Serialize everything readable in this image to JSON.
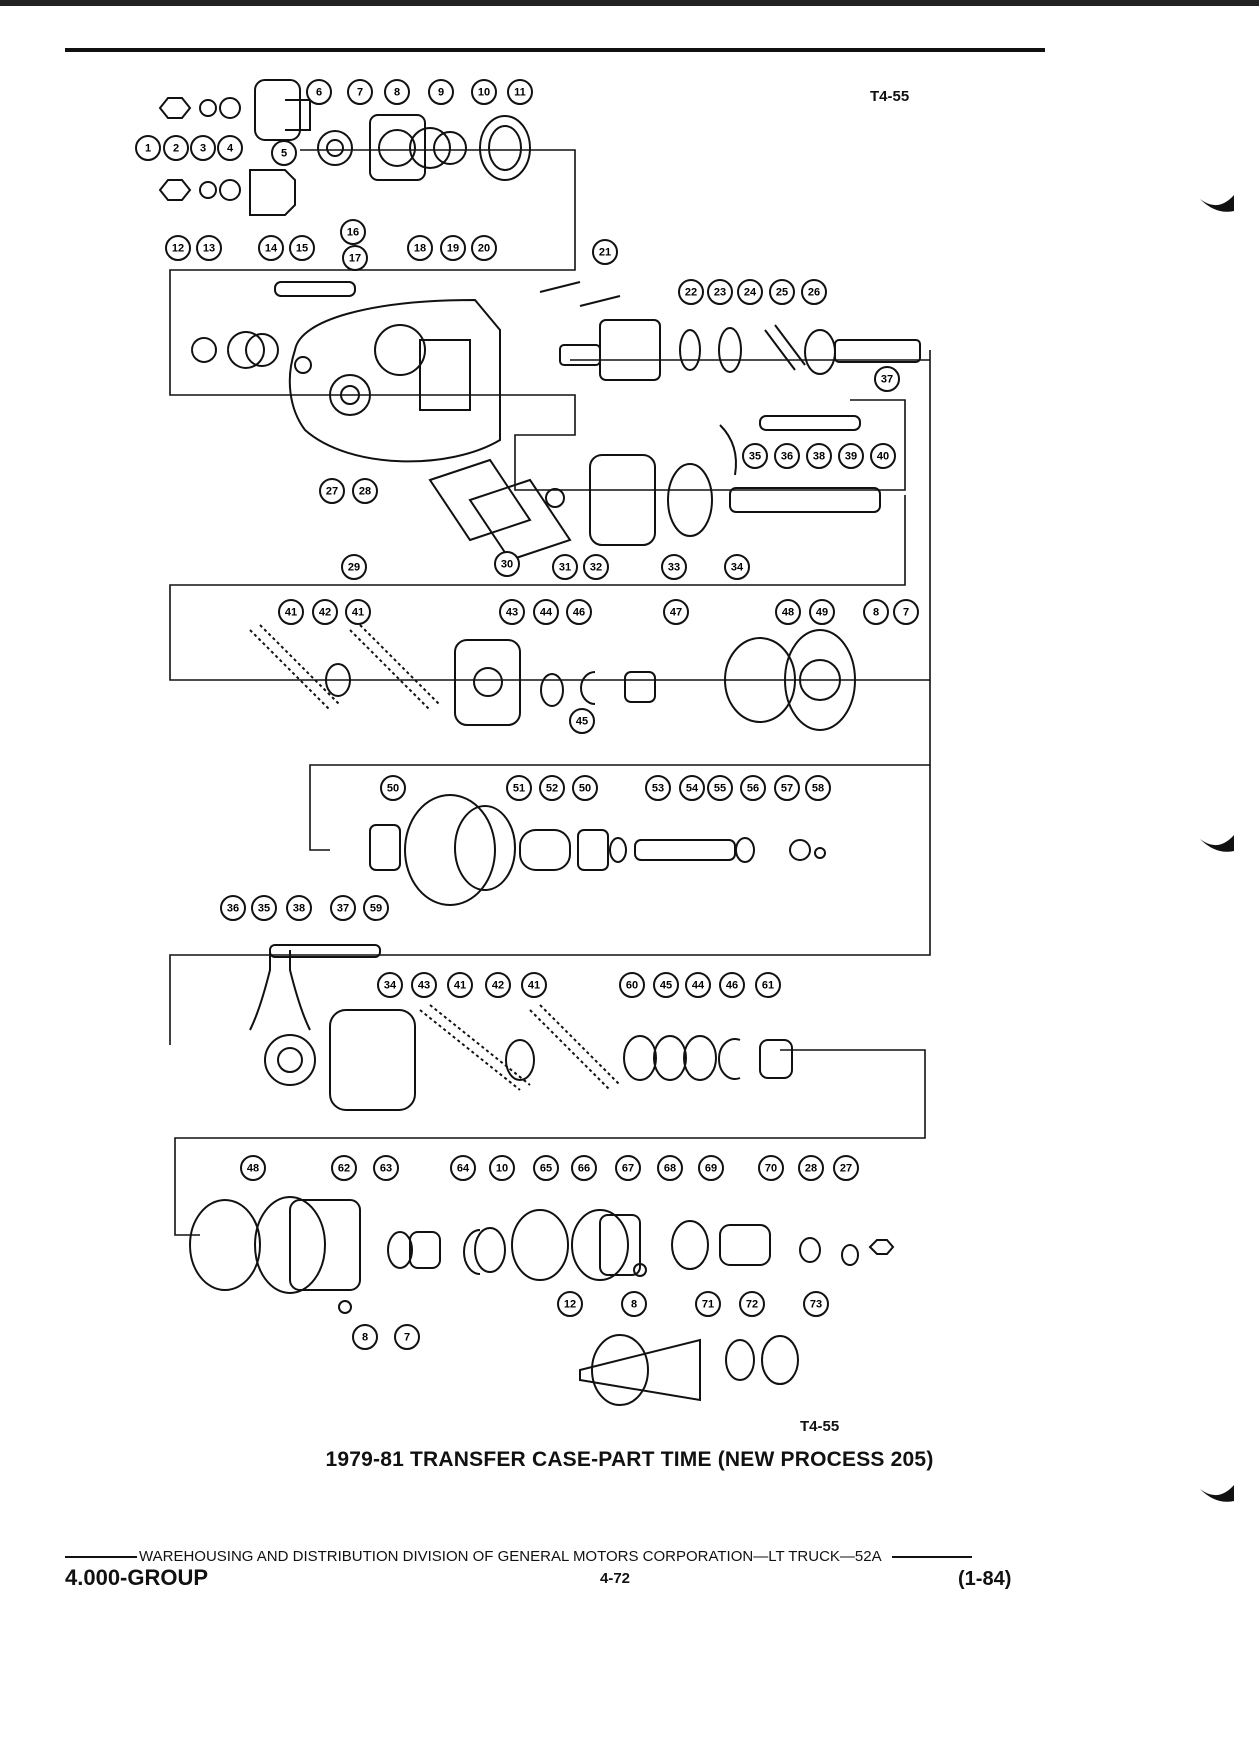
{
  "header": {
    "ref_top": "T4-55"
  },
  "figure": {
    "ref_bottom": "T4-55",
    "caption": "1979-81 TRANSFER CASE-PART TIME (NEW PROCESS 205)"
  },
  "footer": {
    "division_line": "WAREHOUSING AND DISTRIBUTION  DIVISION OF GENERAL MOTORS CORPORATION—LT TRUCK—52A",
    "group": "4.000-GROUP",
    "page": "4-72",
    "revision": "(1-84)"
  },
  "callouts": [
    {
      "n": "1"
    },
    {
      "n": "2"
    },
    {
      "n": "3"
    },
    {
      "n": "4"
    },
    {
      "n": "5"
    },
    {
      "n": "6"
    },
    {
      "n": "7"
    },
    {
      "n": "8"
    },
    {
      "n": "9"
    },
    {
      "n": "10"
    },
    {
      "n": "11"
    },
    {
      "n": "12"
    },
    {
      "n": "13"
    },
    {
      "n": "14"
    },
    {
      "n": "15"
    },
    {
      "n": "16"
    },
    {
      "n": "17"
    },
    {
      "n": "18"
    },
    {
      "n": "19"
    },
    {
      "n": "20"
    },
    {
      "n": "21"
    },
    {
      "n": "22"
    },
    {
      "n": "23"
    },
    {
      "n": "24"
    },
    {
      "n": "25"
    },
    {
      "n": "26"
    },
    {
      "n": "37"
    },
    {
      "n": "35"
    },
    {
      "n": "36"
    },
    {
      "n": "38"
    },
    {
      "n": "39"
    },
    {
      "n": "40"
    },
    {
      "n": "27"
    },
    {
      "n": "28"
    },
    {
      "n": "29"
    },
    {
      "n": "30"
    },
    {
      "n": "31"
    },
    {
      "n": "32"
    },
    {
      "n": "33"
    },
    {
      "n": "34"
    },
    {
      "n": "41"
    },
    {
      "n": "42"
    },
    {
      "n": "41"
    },
    {
      "n": "43"
    },
    {
      "n": "44"
    },
    {
      "n": "46"
    },
    {
      "n": "47"
    },
    {
      "n": "48"
    },
    {
      "n": "49"
    },
    {
      "n": "8"
    },
    {
      "n": "7"
    },
    {
      "n": "45"
    },
    {
      "n": "50"
    },
    {
      "n": "51"
    },
    {
      "n": "52"
    },
    {
      "n": "50"
    },
    {
      "n": "53"
    },
    {
      "n": "54"
    },
    {
      "n": "55"
    },
    {
      "n": "56"
    },
    {
      "n": "57"
    },
    {
      "n": "58"
    },
    {
      "n": "36"
    },
    {
      "n": "35"
    },
    {
      "n": "38"
    },
    {
      "n": "37"
    },
    {
      "n": "59"
    },
    {
      "n": "34"
    },
    {
      "n": "43"
    },
    {
      "n": "41"
    },
    {
      "n": "42"
    },
    {
      "n": "41"
    },
    {
      "n": "60"
    },
    {
      "n": "45"
    },
    {
      "n": "44"
    },
    {
      "n": "46"
    },
    {
      "n": "61"
    },
    {
      "n": "48"
    },
    {
      "n": "62"
    },
    {
      "n": "63"
    },
    {
      "n": "64"
    },
    {
      "n": "10"
    },
    {
      "n": "65"
    },
    {
      "n": "66"
    },
    {
      "n": "67"
    },
    {
      "n": "68"
    },
    {
      "n": "69"
    },
    {
      "n": "70"
    },
    {
      "n": "28"
    },
    {
      "n": "27"
    },
    {
      "n": "8"
    },
    {
      "n": "7"
    },
    {
      "n": "8"
    },
    {
      "n": "12"
    },
    {
      "n": "71"
    },
    {
      "n": "72"
    },
    {
      "n": "73"
    }
  ]
}
